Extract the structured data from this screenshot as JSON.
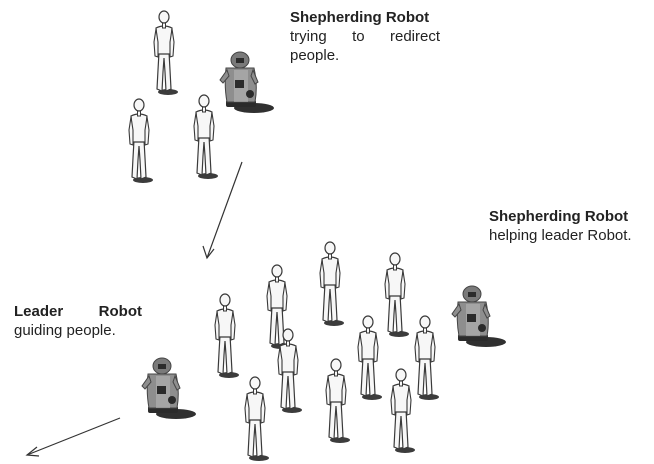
{
  "captions": {
    "shepherd_top": {
      "title": "Shepherding Robot",
      "body": "trying to redirect people."
    },
    "shepherd_right": {
      "title": "Shepherding Robot",
      "body": "helping leader Robot."
    },
    "leader": {
      "title": "Leader Robot",
      "body": "guiding people."
    }
  },
  "colors": {
    "figure_fill": "#f7f7f7",
    "figure_stroke": "#3a3a3a",
    "shadow": "#1a1a1a",
    "robot_body": "#8e8e8e",
    "robot_dark": "#2b2b2b",
    "arrow": "#333333"
  }
}
